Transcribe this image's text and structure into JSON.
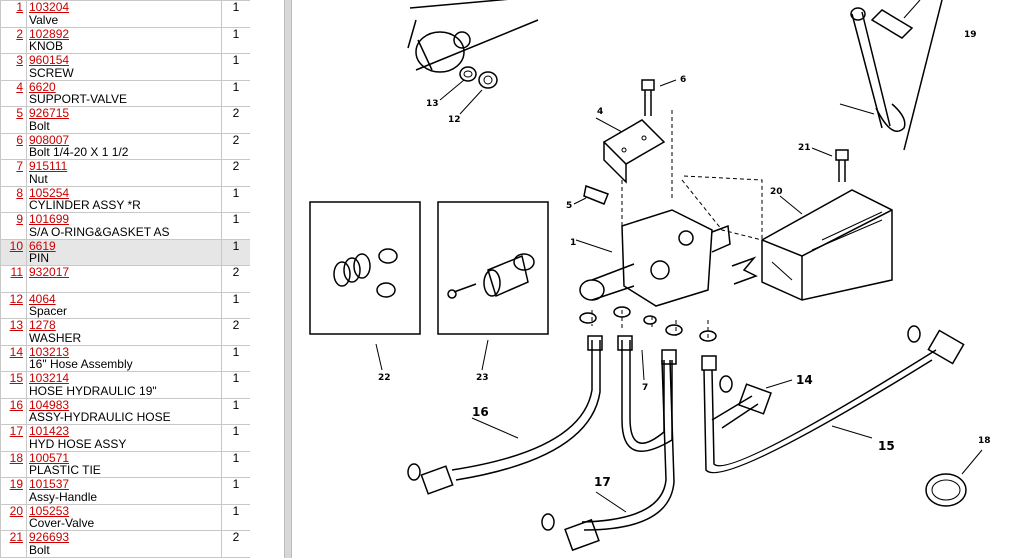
{
  "parts": [
    {
      "num": "1",
      "part": "103204",
      "desc": "Valve",
      "qty": "1"
    },
    {
      "num": "2",
      "part": "102892",
      "desc": "KNOB",
      "qty": "1"
    },
    {
      "num": "3",
      "part": "960154",
      "desc": "SCREW",
      "qty": "1"
    },
    {
      "num": "4",
      "part": "6620",
      "desc": "SUPPORT-VALVE",
      "qty": "1"
    },
    {
      "num": "5",
      "part": "926715",
      "desc": "Bolt",
      "qty": "2"
    },
    {
      "num": "6",
      "part": "908007",
      "desc": "Bolt 1/4-20 X 1 1/2",
      "qty": "2"
    },
    {
      "num": "7",
      "part": "915111",
      "desc": "Nut",
      "qty": "2"
    },
    {
      "num": "8",
      "part": "105254",
      "desc": "CYLINDER ASSY *R",
      "qty": "1"
    },
    {
      "num": "9",
      "part": "101699",
      "desc": "S/A O-RING&GASKET AS",
      "qty": "1"
    },
    {
      "num": "10",
      "part": "6619",
      "desc": "PIN",
      "qty": "1"
    },
    {
      "num": "11",
      "part": "932017",
      "desc": "",
      "qty": "2"
    },
    {
      "num": "12",
      "part": "4064",
      "desc": "Spacer",
      "qty": "1"
    },
    {
      "num": "13",
      "part": "1278",
      "desc": "WASHER",
      "qty": "2"
    },
    {
      "num": "14",
      "part": "103213",
      "desc": "16\" Hose Assembly",
      "qty": "1"
    },
    {
      "num": "15",
      "part": "103214",
      "desc": "HOSE HYDRAULIC 19\"",
      "qty": "1"
    },
    {
      "num": "16",
      "part": "104983",
      "desc": "ASSY-HYDRAULIC HOSE",
      "qty": "1"
    },
    {
      "num": "17",
      "part": "101423",
      "desc": "HYD HOSE ASSY",
      "qty": "1"
    },
    {
      "num": "18",
      "part": "100571",
      "desc": "PLASTIC TIE",
      "qty": "1"
    },
    {
      "num": "19",
      "part": "101537",
      "desc": "Assy-Handle",
      "qty": "1"
    },
    {
      "num": "20",
      "part": "105253",
      "desc": "Cover-Valve",
      "qty": "1"
    },
    {
      "num": "21",
      "part": "926693",
      "desc": "Bolt",
      "qty": "2"
    }
  ],
  "selected_row": "10",
  "diagram": {
    "callouts": {
      "c1": "1",
      "c4": "4",
      "c5": "5",
      "c6": "6",
      "c7": "7",
      "c12": "12",
      "c13": "13",
      "c14": "14",
      "c15": "15",
      "c16": "16",
      "c17": "17",
      "c18": "18",
      "c19": "19",
      "c20": "20",
      "c21": "21",
      "c22": "22",
      "c23": "23"
    }
  }
}
